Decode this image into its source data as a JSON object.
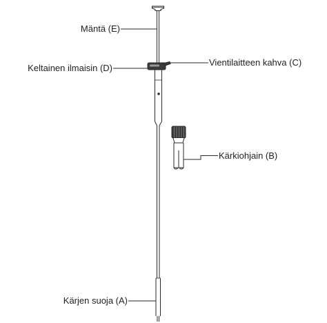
{
  "labels": {
    "plunger": "Mäntä (E)",
    "yellow_indicator": "Keltainen ilmaisin (D)",
    "delivery_device_handle": "Vientilaitteen kahva (C)",
    "tip_guide": "Kärkiohjain (B)",
    "tip_protector": "Kärjen suoja (A)"
  },
  "colors": {
    "line": "#2a2a2a",
    "fill_dark": "#3a3a3a",
    "fill_light": "#ffffff",
    "text": "#222222"
  }
}
